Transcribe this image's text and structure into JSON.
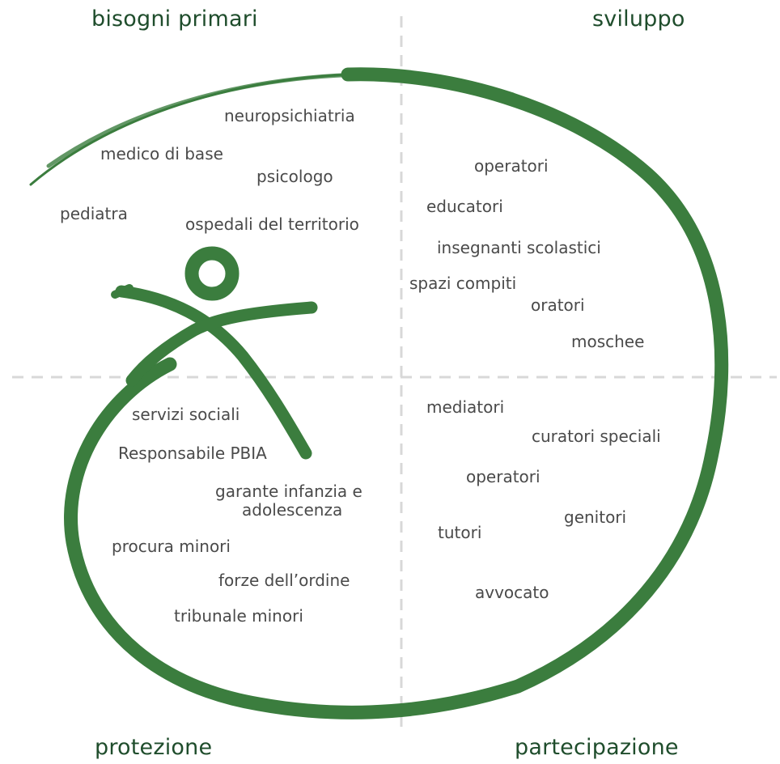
{
  "quadrants": {
    "top_left": "bisogni primari",
    "top_right": "sviluppo",
    "bottom_left": "protezione",
    "bottom_right": "partecipazione"
  },
  "colors": {
    "accent": "#3b7d3e",
    "heading": "#1f4d2c",
    "text": "#4a4a4a",
    "divider": "#d8d8d8"
  },
  "bisogni_primari": [
    "neuropsichiatria",
    "medico di base",
    "psicologo",
    "pediatra",
    "ospedali del territorio"
  ],
  "sviluppo": [
    "operatori",
    "educatori",
    "insegnanti scolastici",
    "spazi compiti",
    "oratori",
    "moschee"
  ],
  "protezione": [
    "servizi sociali",
    "Responsabile PBIA",
    "garante infanzia e",
    "adolescenza",
    "procura minori",
    "forze dell’ordine",
    "tribunale minori"
  ],
  "partecipazione": [
    "mediatori",
    "curatori speciali",
    "operatori",
    "genitori",
    "tutori",
    "avvocato"
  ],
  "logo_icon": "child-figure-icon"
}
